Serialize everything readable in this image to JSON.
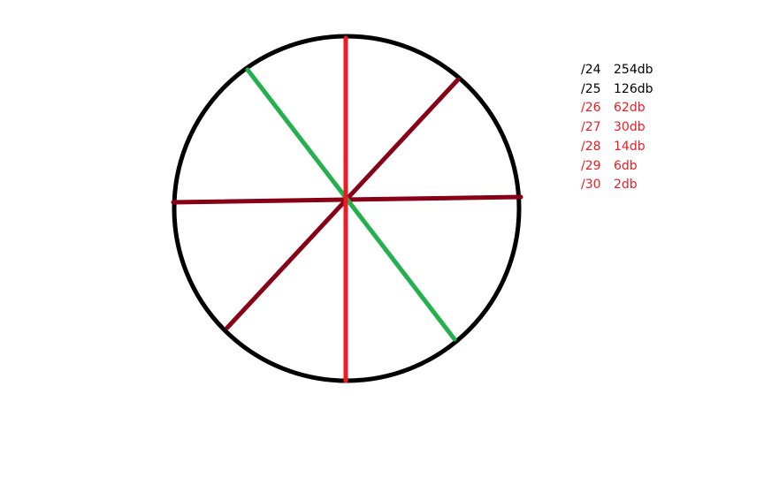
{
  "colors": {
    "background": "#ffffff",
    "circle": "#000000",
    "bright_red": "#ed1c24",
    "dark_red": "#880015",
    "green": "#22b14c",
    "text_black": "#000000",
    "text_red": "#ed1c24"
  },
  "legend": [
    {
      "prefix": "/24",
      "size": "254db",
      "color": "#000000"
    },
    {
      "prefix": "/25",
      "size": "126db",
      "color": "#000000"
    },
    {
      "prefix": "/26",
      "size": "62db",
      "color": "#ed1c24"
    },
    {
      "prefix": "/27",
      "size": "30db",
      "color": "#ed1c24"
    },
    {
      "prefix": "/28",
      "size": "14db",
      "color": "#ed1c24"
    },
    {
      "prefix": "/29",
      "size": "6db",
      "color": "#ed1c24"
    },
    {
      "prefix": "/30",
      "size": "2db",
      "color": "#ed1c24"
    }
  ]
}
